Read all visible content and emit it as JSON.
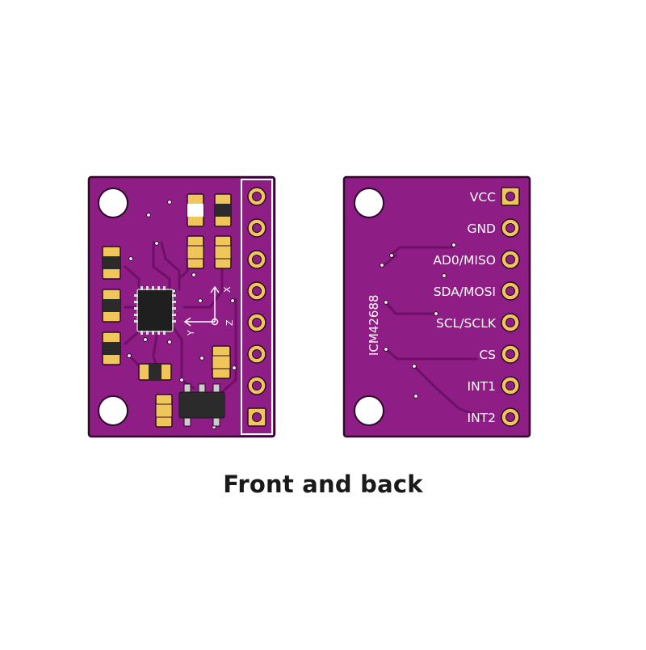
{
  "caption": "Front and back",
  "front": {
    "axis_labels": {
      "x": "X",
      "y": "Y",
      "z": "Z"
    }
  },
  "back": {
    "chip_name": "ICM42688",
    "pins": [
      "VCC",
      "GND",
      "AD0/MISO",
      "SDA/MOSI",
      "SCL/SCLK",
      "CS",
      "INT1",
      "INT2"
    ]
  },
  "colors": {
    "board": "#8f1d86",
    "board_edge": "#2a0a27",
    "trace": "#6d1066",
    "pad_gold": "#f0c65a",
    "pad_hole": "#8f1d86",
    "hole": "#ffffff",
    "chip": "#2b2b2b",
    "caption": "#1a1a1a"
  }
}
